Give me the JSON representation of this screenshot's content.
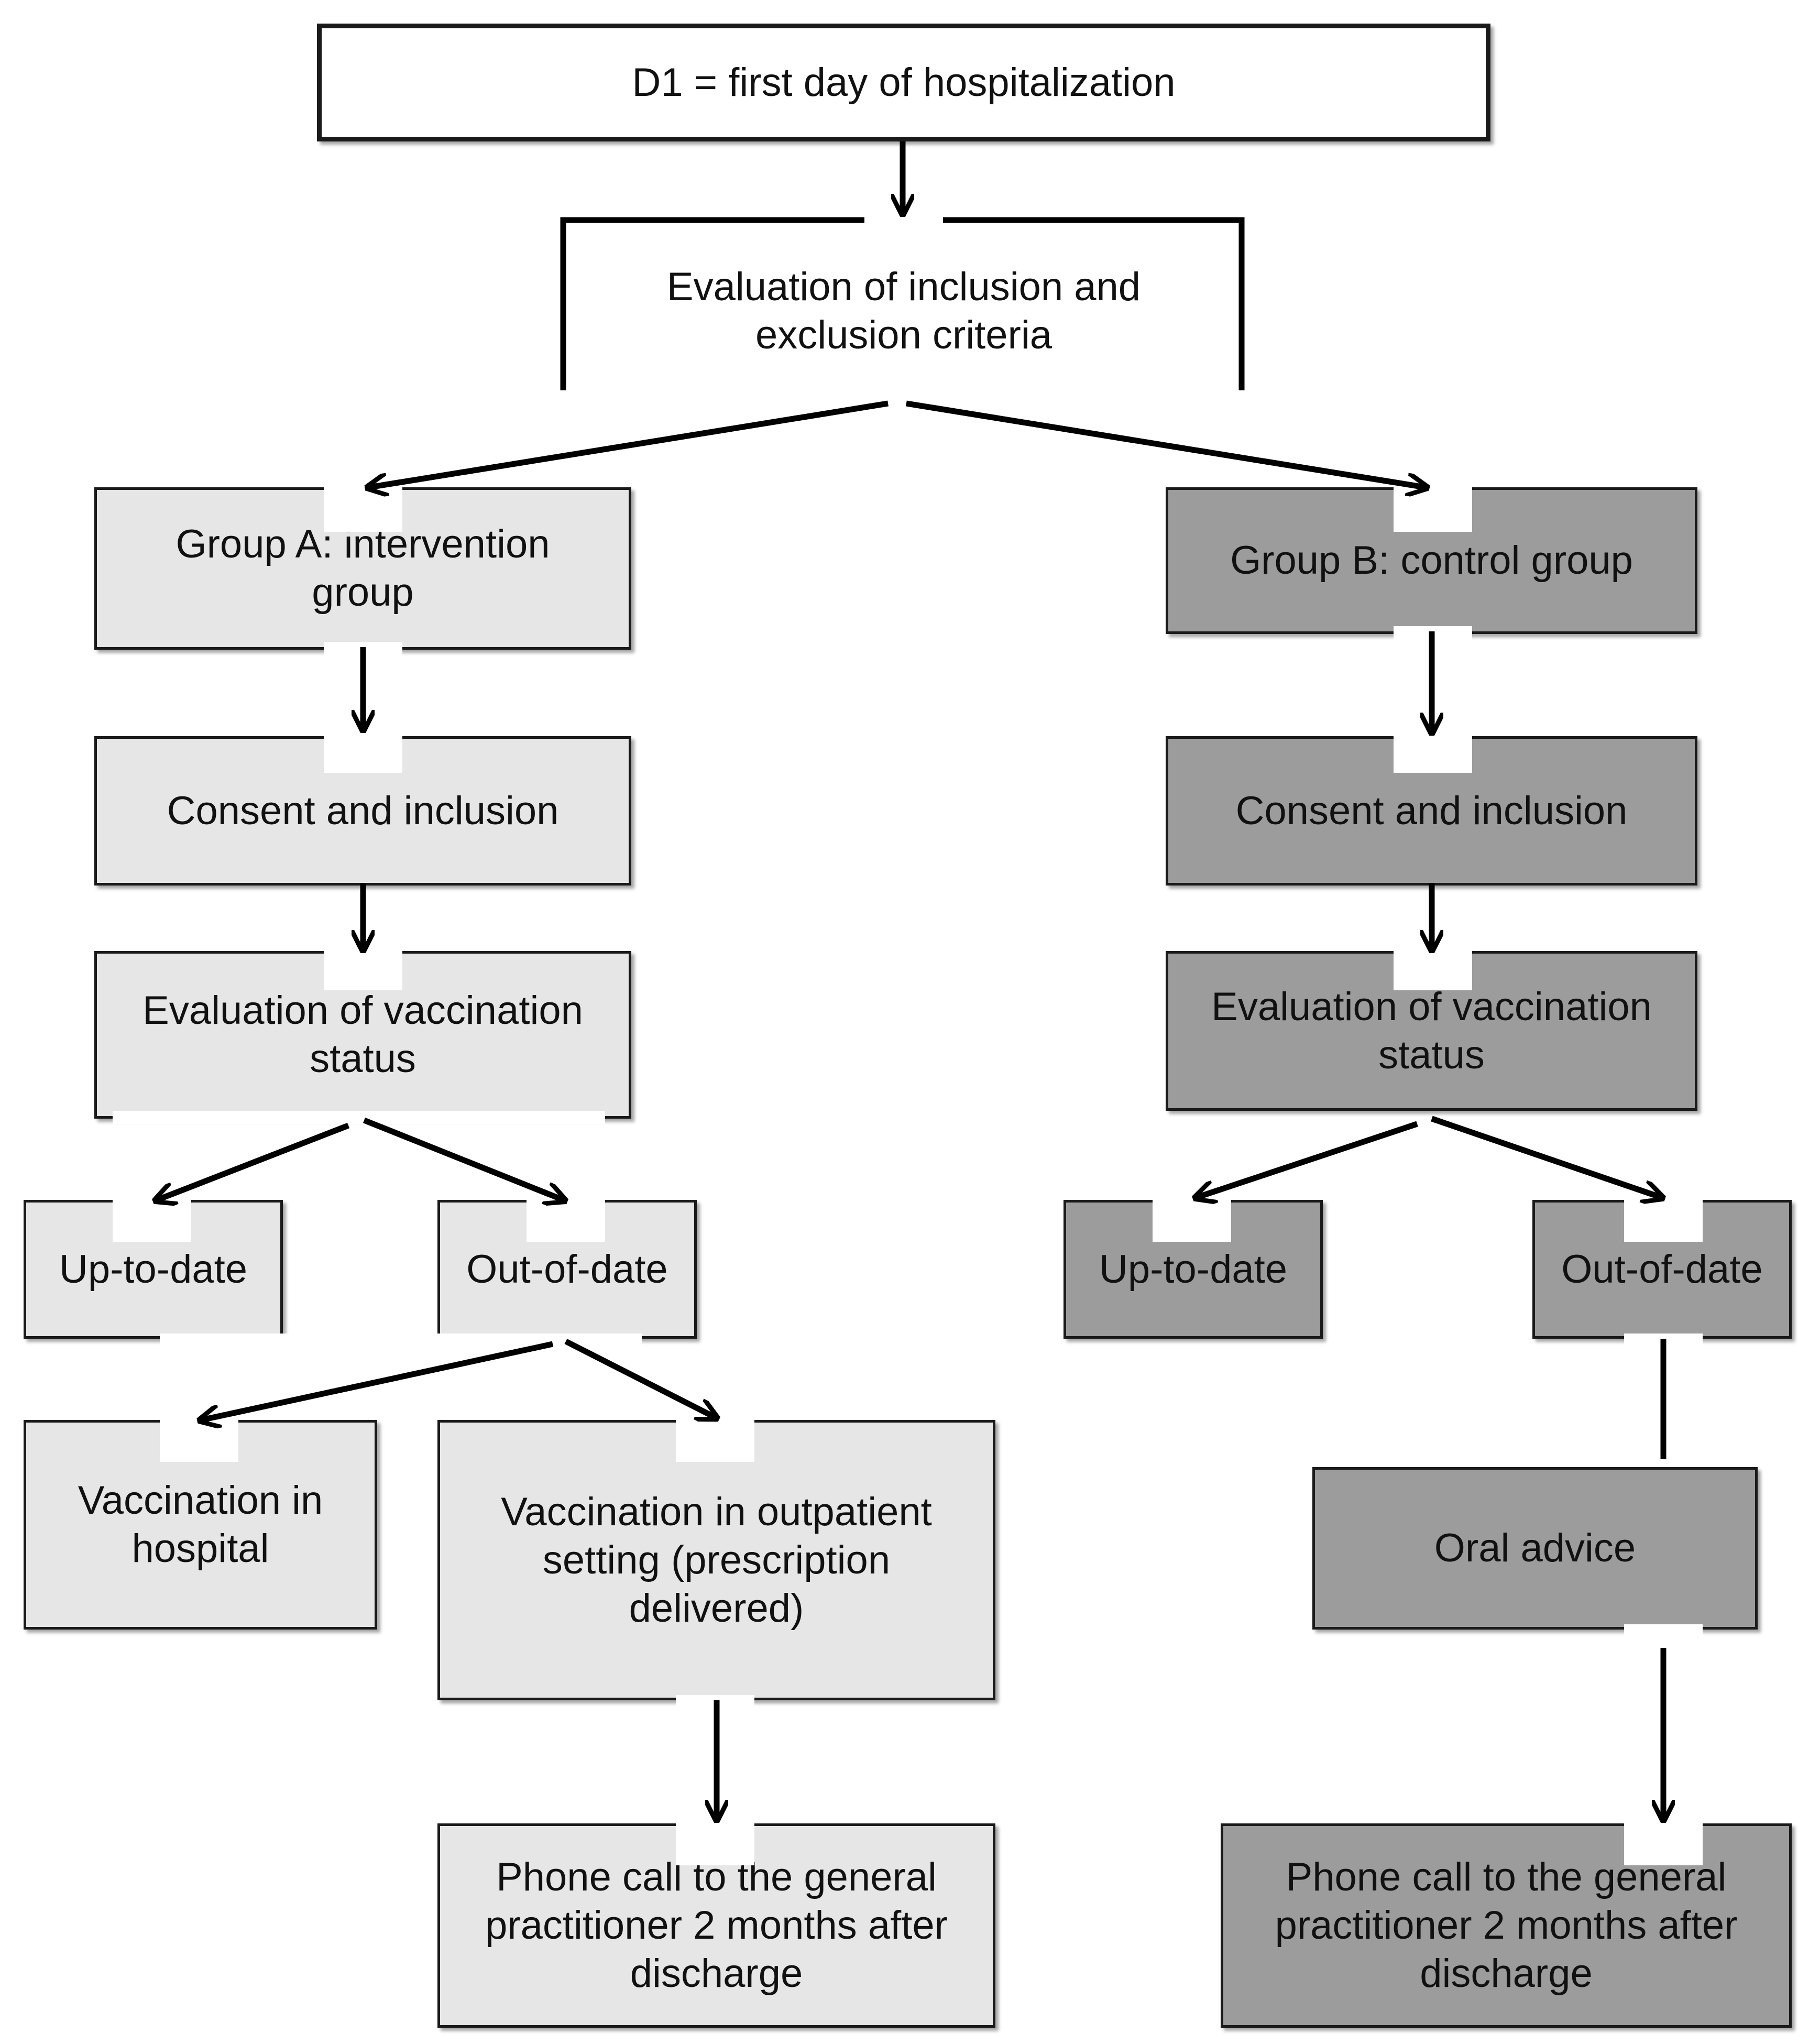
{
  "nodes": {
    "d1": "D1 = first day of hospitalization",
    "evaluation_criteria": "Evaluation of inclusion and\nexclusion criteria",
    "group_a": {
      "title": "Group A: intervention\ngroup",
      "consent": "Consent and inclusion",
      "vaccination_status": "Evaluation of vaccination\nstatus",
      "up_to_date": "Up-to-date",
      "out_of_date": "Out-of-date",
      "vaccination_hospital": "Vaccination in\nhospital",
      "vaccination_outpatient": "Vaccination in outpatient\nsetting (prescription\ndelivered)",
      "phone_call": "Phone call to the general\npractitioner 2 months after\ndischarge"
    },
    "group_b": {
      "title": "Group B: control group",
      "consent": "Consent and inclusion",
      "vaccination_status": "Evaluation of vaccination\nstatus",
      "up_to_date": "Up-to-date",
      "out_of_date": "Out-of-date",
      "oral_advice": "Oral advice",
      "phone_call": "Phone call to the general\npractitioner 2 months after\ndischarge"
    }
  },
  "colors": {
    "group_a_fill": "#e6e6e6",
    "group_b_fill": "#9c9c9c",
    "line": "#000000"
  }
}
